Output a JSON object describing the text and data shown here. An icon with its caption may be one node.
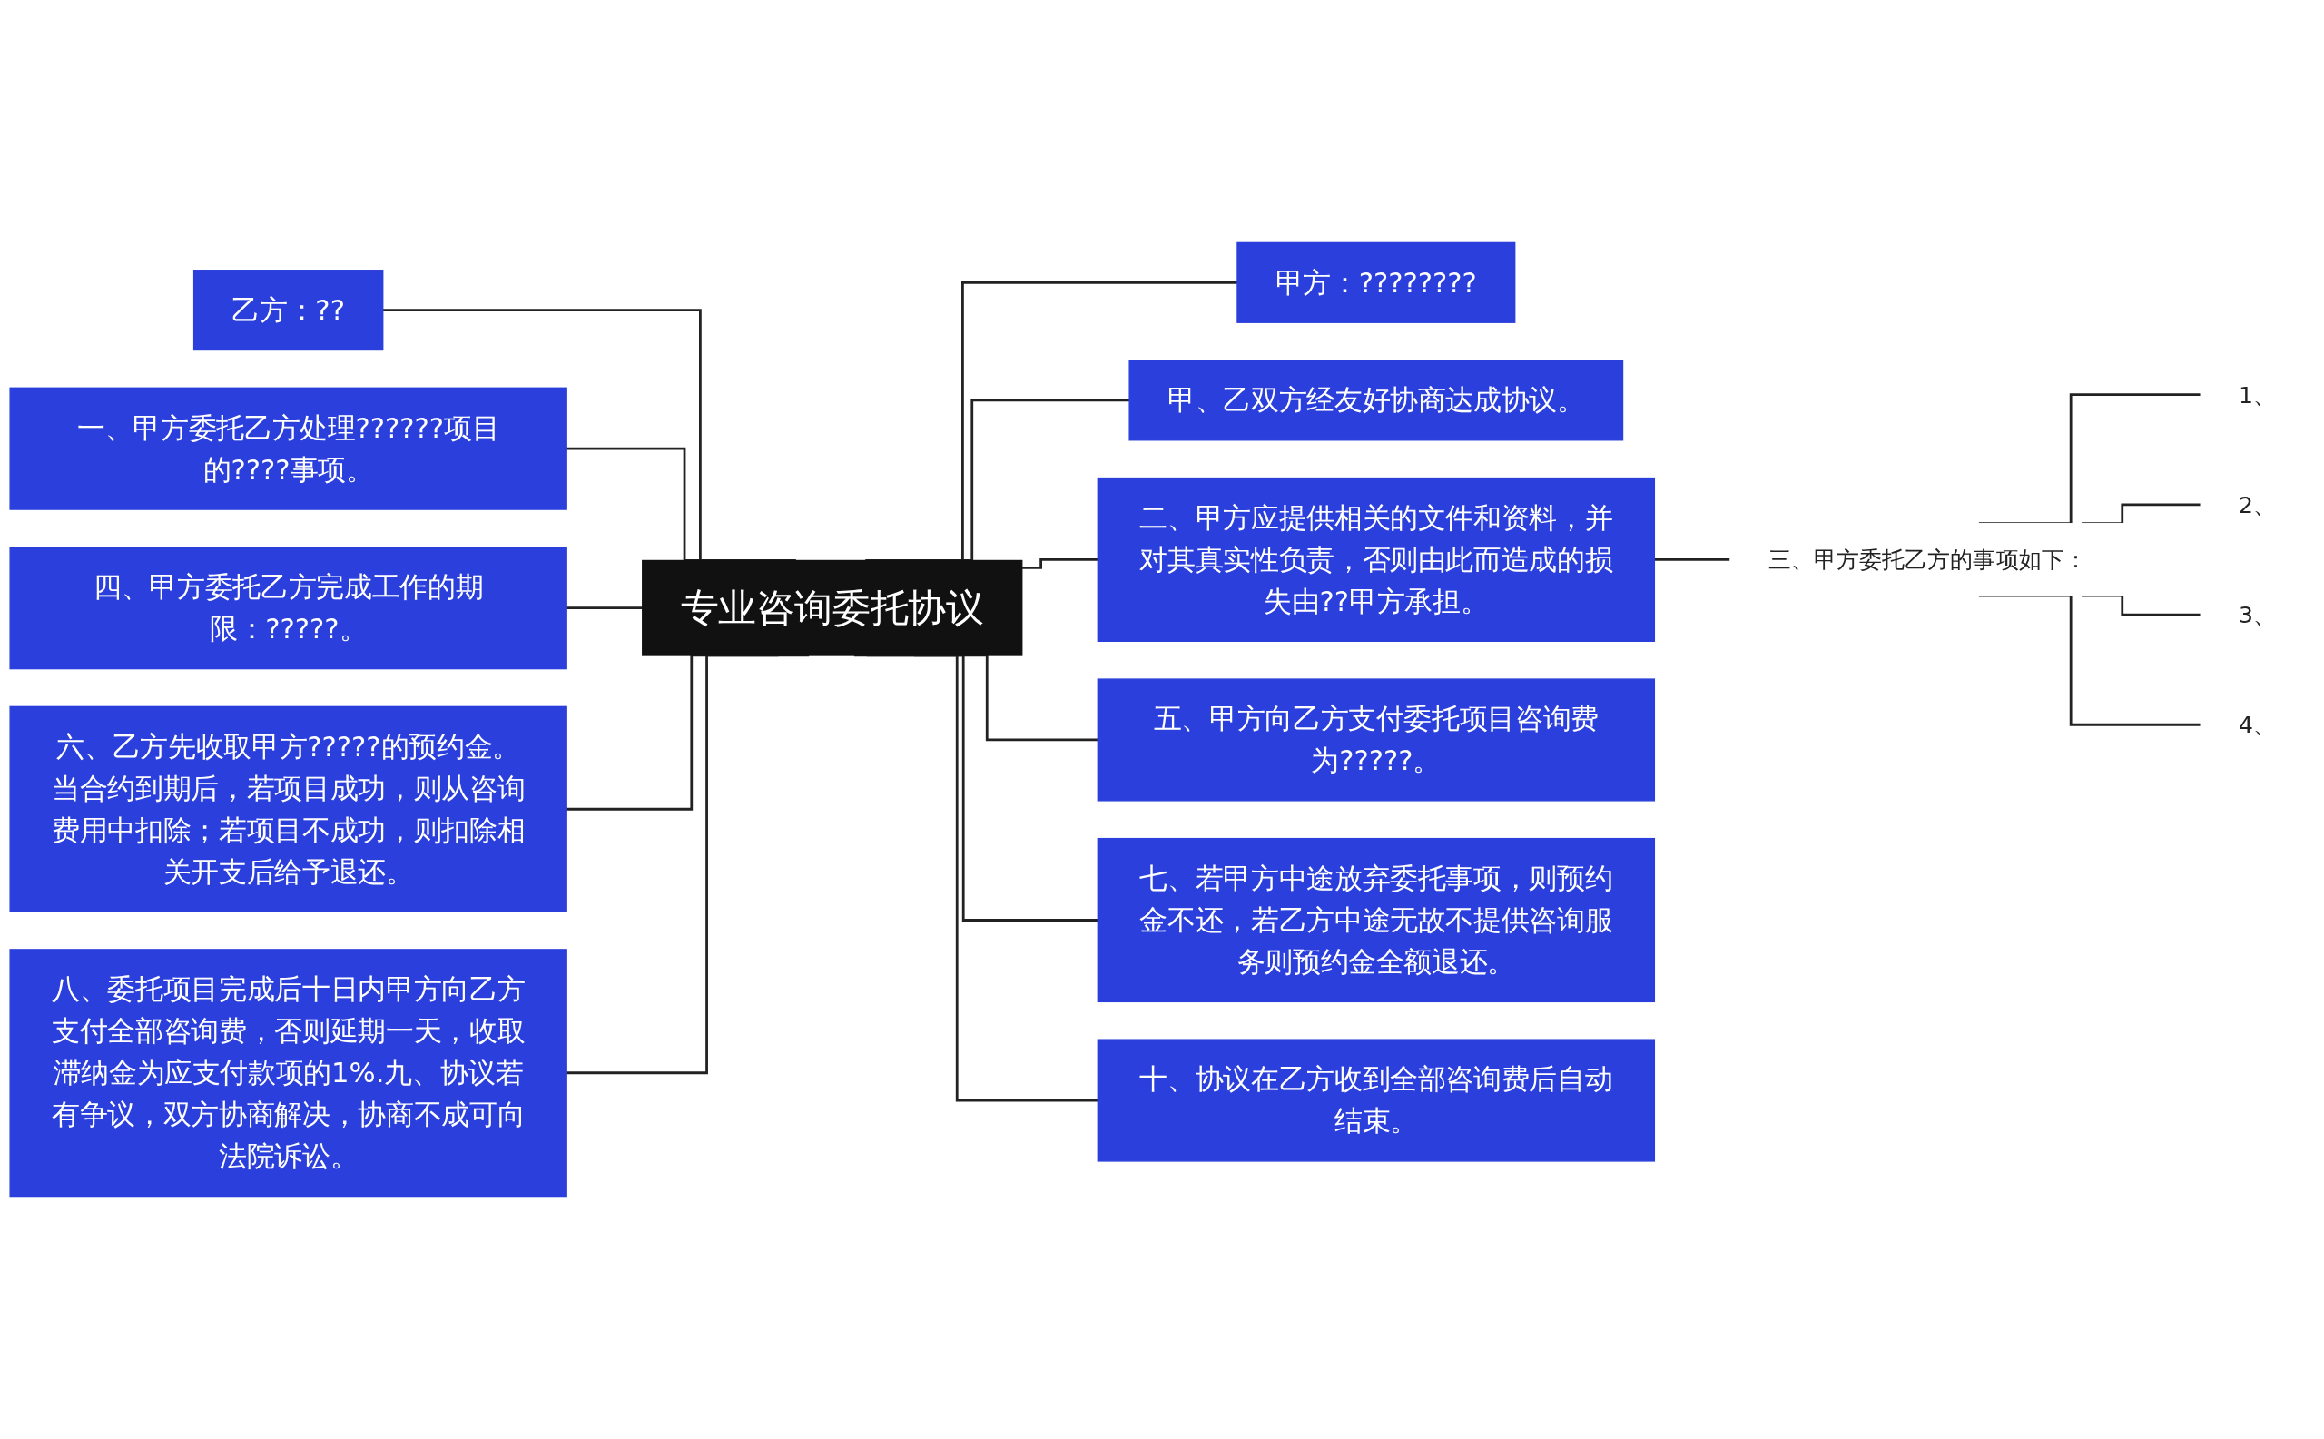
{
  "diagram": {
    "nodes": [
      {
        "text": [
          "专业咨询委托协议"
        ]
      },
      {
        "text": [
          "乙方：??"
        ]
      },
      {
        "text": [
          "一、甲方委托乙方处理??????项目的????事项。"
        ]
      },
      {
        "text": [
          "四、甲方委托乙方完成工作的期限：?????。"
        ]
      },
      {
        "text": [
          "六、乙方先收取甲方?????的预约金。当合约到期后，若项目成功，则从咨询费用中扣除；若项目不成功，则扣除相关开支后给予退还。"
        ]
      },
      {
        "text": [
          "八、委托项目完成后十日内甲方向乙方支付全部咨询费，否则延期一天，收取滞纳金为应支付款项的1%.九、协议若有争议，双方协商解决，协商不成可向法院诉讼。"
        ]
      },
      {
        "text": [
          "甲方：????????"
        ]
      },
      {
        "text": [
          "甲、乙双方经友好协商达成协议。"
        ]
      },
      {
        "text": [
          "二、甲方应提供相关的文件和资料，并对其真实性负责，否则由此而造成的损失由??甲方承担。"
        ]
      },
      {
        "text": [
          "三、甲方委托乙方的事项如下："
        ]
      },
      {
        "text": [
          "1、"
        ]
      },
      {
        "text": [
          "2、"
        ]
      },
      {
        "text": [
          "3、"
        ]
      },
      {
        "text": [
          "4、"
        ]
      },
      {
        "text": [
          "五、甲方向乙方支付委托项目咨询费为?????。"
        ]
      },
      {
        "text": [
          "七、若甲方中途放弃委托事项，则预约金不还，若乙方中途无故不提供咨询服务则预约金全额退还。"
        ]
      },
      {
        "text": [
          "十、协议在乙方收到全部咨询费后自动结束。"
        ]
      }
    ],
    "edges": [
      {
        "from": 1,
        "to": 0,
        "arrow": "none"
      },
      {
        "from": 2,
        "to": 0,
        "arrow": "none"
      },
      {
        "from": 3,
        "to": 0,
        "arrow": "none"
      },
      {
        "from": 4,
        "to": 0,
        "arrow": "none"
      },
      {
        "from": 5,
        "to": 0,
        "arrow": "none"
      },
      {
        "from": 0,
        "to": 6,
        "arrow": "none"
      },
      {
        "from": 0,
        "to": 7,
        "arrow": "none"
      },
      {
        "from": 0,
        "to": 8,
        "arrow": "none"
      },
      {
        "from": 8,
        "to": 9,
        "arrow": "none"
      },
      {
        "from": 9,
        "to": 10,
        "arrow": "none"
      },
      {
        "from": 9,
        "to": 11,
        "arrow": "none"
      },
      {
        "from": 9,
        "to": 12,
        "arrow": "none"
      },
      {
        "from": 9,
        "to": 13,
        "arrow": "none"
      },
      {
        "from": 0,
        "to": 14,
        "arrow": "none"
      },
      {
        "from": 0,
        "to": 15,
        "arrow": "none"
      },
      {
        "from": 0,
        "to": 16,
        "arrow": "none"
      }
    ]
  }
}
